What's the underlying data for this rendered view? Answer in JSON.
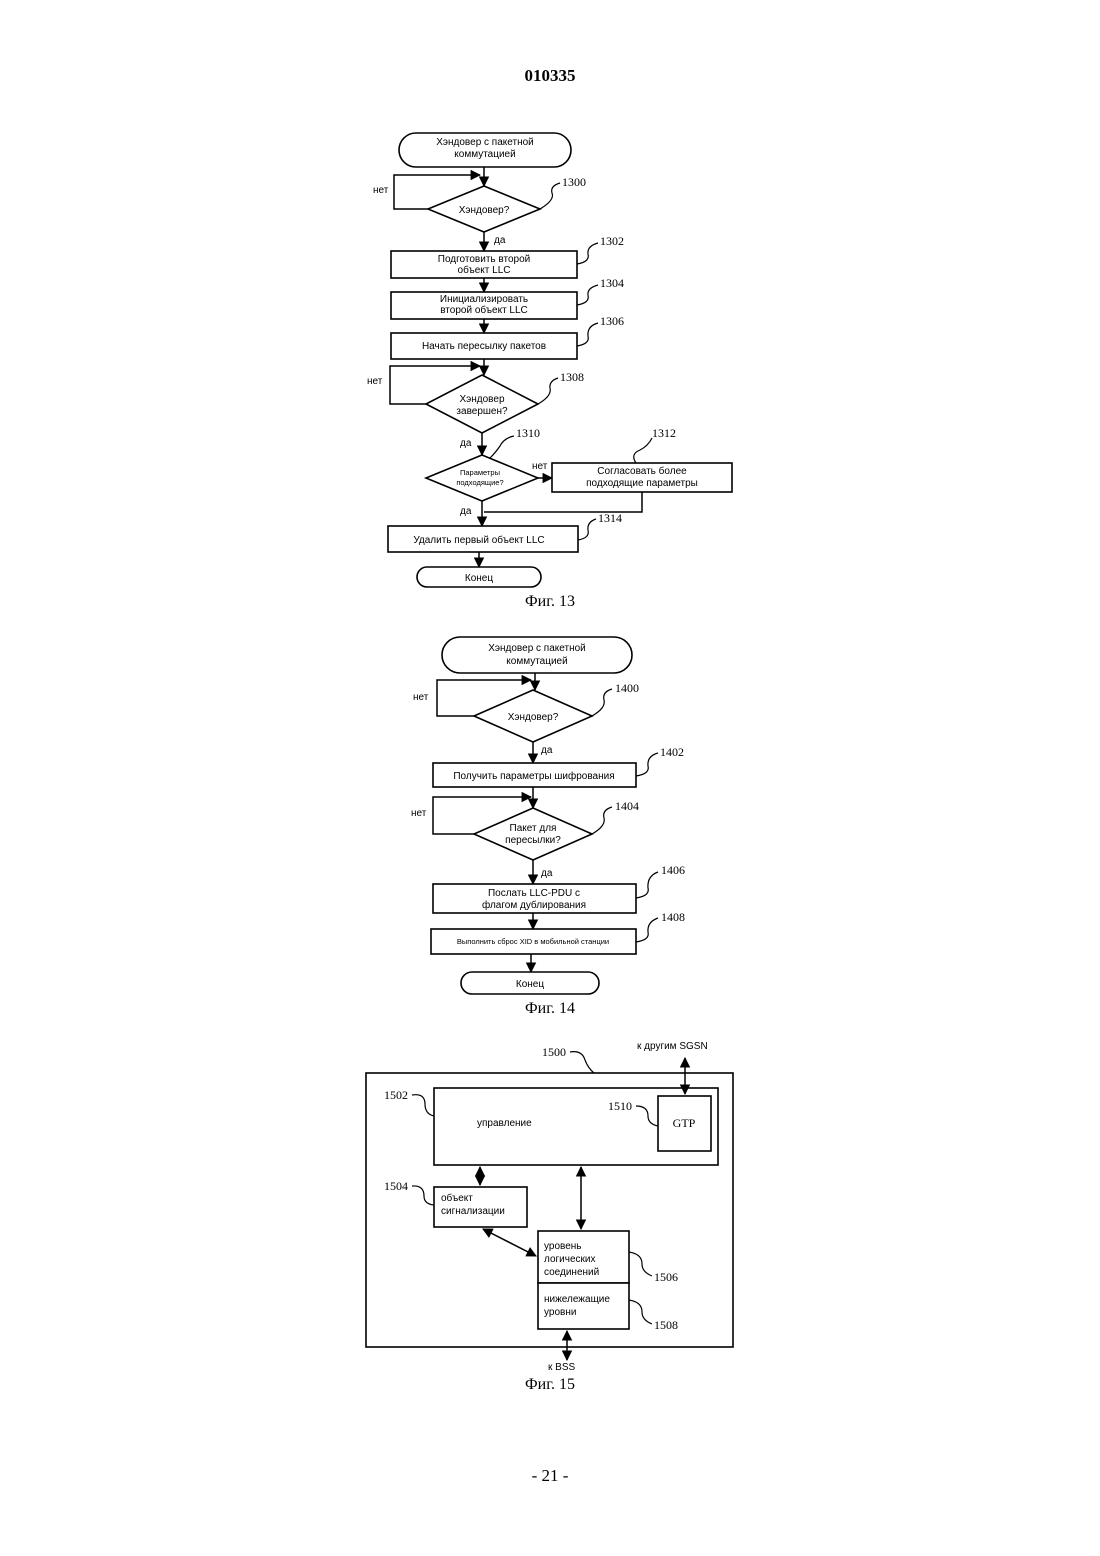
{
  "header": {
    "doc_number": "010335"
  },
  "footer": {
    "page_number": "- 21 -"
  },
  "fig13": {
    "caption": "Фиг. 13",
    "start": [
      "Хэндовер с пакетной",
      "коммутацией"
    ],
    "d1300": {
      "label": [
        "Хэндовер?"
      ],
      "ref": "1300",
      "no": "нет",
      "yes": "да"
    },
    "b1302": {
      "label": [
        "Подготовить второй",
        "объект LLC"
      ],
      "ref": "1302"
    },
    "b1304": {
      "label": [
        "Инициализировать",
        "второй объект LLC"
      ],
      "ref": "1304"
    },
    "b1306": {
      "label": [
        "Начать пересылку пакетов"
      ],
      "ref": "1306"
    },
    "d1308": {
      "label": [
        "Хэндовер",
        "завершен?"
      ],
      "ref": "1308",
      "no": "нет",
      "yes": "да"
    },
    "d1310": {
      "label": [
        "Параметры",
        "подходящие?"
      ],
      "ref": "1310",
      "no": "нет",
      "yes": "да"
    },
    "b1312": {
      "label": [
        "Согласовать более",
        "подходящие параметры"
      ],
      "ref": "1312"
    },
    "b1314": {
      "label": [
        "Удалить первый объект LLC"
      ],
      "ref": "1314"
    },
    "end": "Конец"
  },
  "fig14": {
    "caption": "Фиг. 14",
    "start": [
      "Хэндовер с пакетной",
      "коммутацией"
    ],
    "d1400": {
      "label": [
        "Хэндовер?"
      ],
      "ref": "1400",
      "no": "нет",
      "yes": "да"
    },
    "b1402": {
      "label": [
        "Получить параметры шифрования"
      ],
      "ref": "1402"
    },
    "d1404": {
      "label": [
        "Пакет для",
        "пересылки?"
      ],
      "ref": "1404",
      "no": "нет",
      "yes": "да"
    },
    "b1406": {
      "label": [
        "Послать LLC-PDU с",
        "флагом дублирования"
      ],
      "ref": "1406"
    },
    "b1408": {
      "label": [
        "Выполнить сброс XID в мобильной станции"
      ],
      "ref": "1408"
    },
    "end": "Конец"
  },
  "fig15": {
    "caption": "Фиг. 15",
    "top_label": "к другим SGSN",
    "bottom_label": "к BSS",
    "outer_ref": "1500",
    "control": {
      "label": "управление",
      "ref": "1502"
    },
    "gtp": {
      "label": "GTP",
      "ref": "1510"
    },
    "signaling": {
      "label": [
        "объект",
        "сигнализации"
      ],
      "ref": "1504"
    },
    "llc": {
      "label": [
        "уровень",
        "логических",
        "соединений"
      ],
      "ref": "1506"
    },
    "lower": {
      "label": [
        "нижележащие",
        "уровни"
      ],
      "ref": "1508"
    }
  }
}
